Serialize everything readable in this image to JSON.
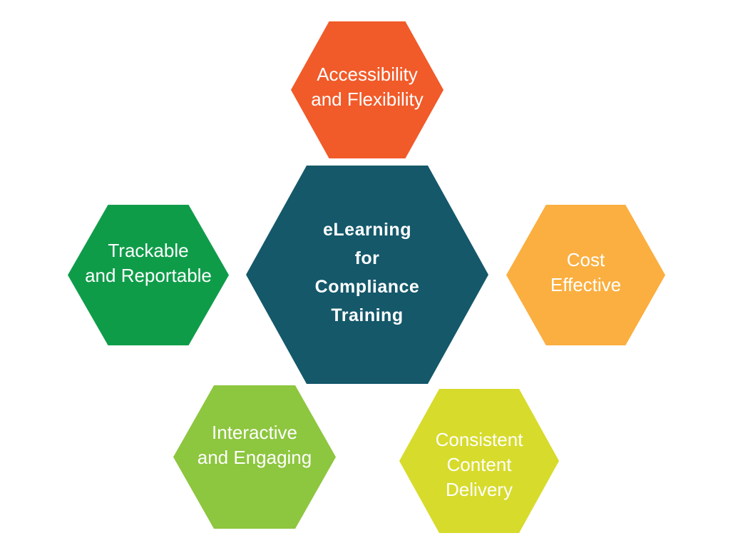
{
  "diagram": {
    "title": "eLearning for Compliance Training",
    "background_color": "#FFFFFF",
    "text_color": "#FFFFFF",
    "center": {
      "label": "eLearning for Compliance Training",
      "lines": [
        "eLearning",
        "for",
        "Compliance",
        "Training"
      ],
      "color": "#14586A"
    },
    "satellites": [
      {
        "id": "top",
        "label": "Accessibility and Flexibility",
        "lines": [
          "Accessibility",
          "and Flexibility"
        ],
        "color": "#F15A29"
      },
      {
        "id": "left",
        "label": "Trackable and Reportable",
        "lines": [
          "Trackable",
          "and Reportable"
        ],
        "color": "#0F9C49"
      },
      {
        "id": "right",
        "label": "Cost Effective",
        "lines": [
          "Cost",
          "Effective"
        ],
        "color": "#FAAF40"
      },
      {
        "id": "bottom-left",
        "label": "Interactive and Engaging",
        "lines": [
          "Interactive",
          "and Engaging"
        ],
        "color": "#8DC63F"
      },
      {
        "id": "bottom-right",
        "label": "Consistent Content Delivery",
        "lines": [
          "Consistent",
          "Content",
          "Delivery"
        ],
        "color": "#D7DB2B"
      }
    ]
  }
}
